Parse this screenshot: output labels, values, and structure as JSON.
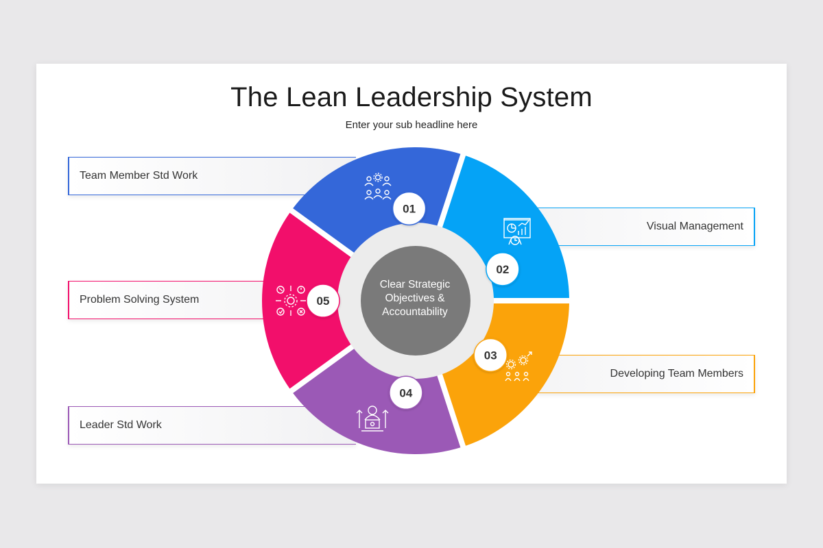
{
  "title": "The Lean Leadership System",
  "subtitle": "Enter your sub headline here",
  "center": {
    "lines": [
      "Clear Strategic",
      "Objectives &",
      "Accountability"
    ],
    "color": "#7a7a7a"
  },
  "segments": [
    {
      "number": "01",
      "label": "Team Member Std Work",
      "color": "#3467d9",
      "icon": "team-network-icon"
    },
    {
      "number": "02",
      "label": "Visual Management",
      "color": "#05a3f6",
      "icon": "presentation-chart-icon"
    },
    {
      "number": "03",
      "label": "Developing Team Members",
      "color": "#fba30a",
      "icon": "team-growth-gears-icon"
    },
    {
      "number": "04",
      "label": "Leader Std Work",
      "color": "#9b59b6",
      "icon": "leader-podium-icon"
    },
    {
      "number": "05",
      "label": "Problem Solving System",
      "color": "#f20f6b",
      "icon": "gear-solutions-icon"
    }
  ]
}
